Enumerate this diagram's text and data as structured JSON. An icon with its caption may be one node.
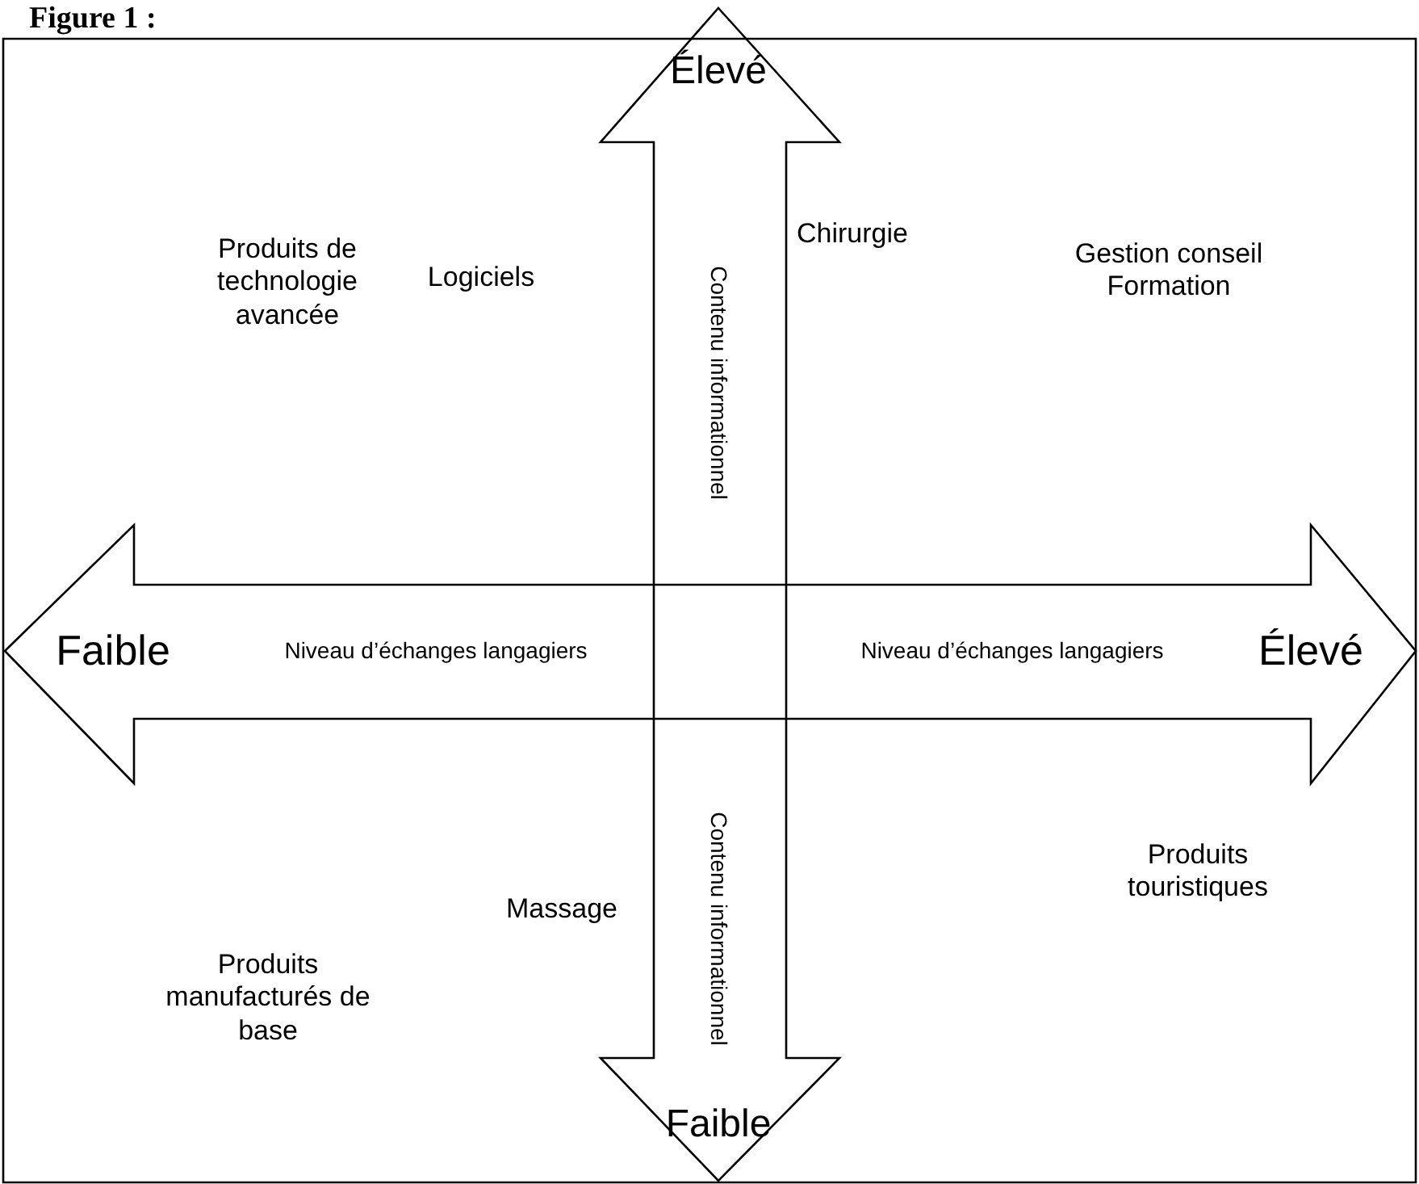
{
  "diagram": {
    "title": "Figure 1 :",
    "labels": [
      "Élevé",
      "Produits de technologie avancée",
      "Logiciels",
      "Chirurgie",
      "Gestion conseil Formation",
      "Contenu informationnel",
      "Faible",
      "Niveau d’échanges langagiers",
      "Niveau d’échanges langagiers",
      "Élevé",
      "Contenu informationnel",
      "Produits touristiques",
      "Massage",
      "Produits manufacturés de base",
      "Faible"
    ]
  }
}
